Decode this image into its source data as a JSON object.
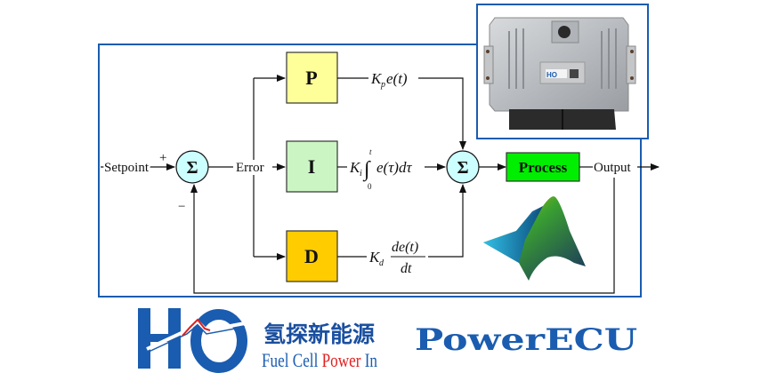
{
  "diagram": {
    "title": "PID Controller",
    "setpoint_label": "Setpoint",
    "plus_sign": "+",
    "minus_sign": "−",
    "error_label": "Error",
    "sum_symbol": "Σ",
    "output_label": "Output",
    "blocks": {
      "p": {
        "label": "P",
        "color": "#ffff99"
      },
      "i": {
        "label": "I",
        "color": "#ccf5c4"
      },
      "d": {
        "label": "D",
        "color": "#ffcc00"
      },
      "process": {
        "label": "Process",
        "color": "#00ee00"
      }
    },
    "terms": {
      "p": {
        "k": "K",
        "sub": "p",
        "rest": "e(t)"
      },
      "i": {
        "k": "K",
        "sub": "i",
        "integral": "∫",
        "upper": "t",
        "lower": "0",
        "rest": "e(τ)dτ"
      },
      "d": {
        "k": "K",
        "sub": "d",
        "num": "de(t)",
        "den": "dt"
      }
    },
    "sum_color": "#ccffff",
    "frame_color": "#1a5cb0"
  },
  "images": {
    "ecu_photo": "ECU hardware module",
    "matlab_logo": "MATLAB peaks surface"
  },
  "branding": {
    "logo_letters": "HO",
    "chinese_name": "氢探新能源",
    "english_part1": "Fuel Cell ",
    "english_part2": "Power",
    "english_part3": " In",
    "product_name": "PowerECU",
    "brand_blue": "#1a5cb0",
    "brand_red": "#e02020"
  }
}
